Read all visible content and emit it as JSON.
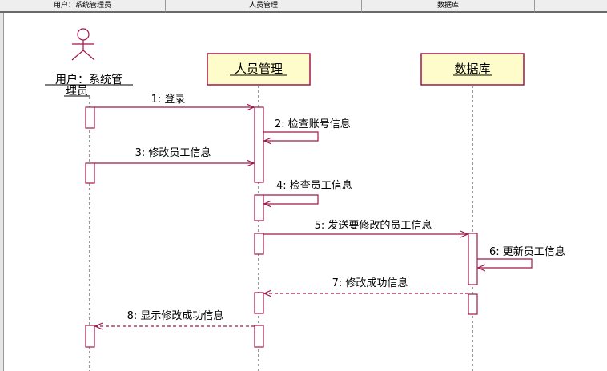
{
  "header": {
    "columns": [
      "用户：系统管理员",
      "人员管理",
      "数据库"
    ]
  },
  "actor": {
    "name_line1": "用户：系统管",
    "name_line2": "理员"
  },
  "objects": [
    {
      "label": "人员管理"
    },
    {
      "label": "数据库"
    }
  ],
  "messages": [
    {
      "label": "1: 登录",
      "kind": "call"
    },
    {
      "label": "2: 检查账号信息",
      "kind": "self"
    },
    {
      "label": "3: 修改员工信息",
      "kind": "call"
    },
    {
      "label": "4: 检查员工信息",
      "kind": "self"
    },
    {
      "label": "5: 发送要修改的员工信息",
      "kind": "call"
    },
    {
      "label": "6: 更新员工信息",
      "kind": "self"
    },
    {
      "label": "7: 修改成功信息",
      "kind": "return"
    },
    {
      "label": "8: 显示修改成功信息",
      "kind": "return"
    }
  ],
  "colors": {
    "message_line": "#a0174a",
    "object_fill": "#fffccc",
    "object_border": "#a0174a",
    "activation_border": "#a0174a"
  }
}
